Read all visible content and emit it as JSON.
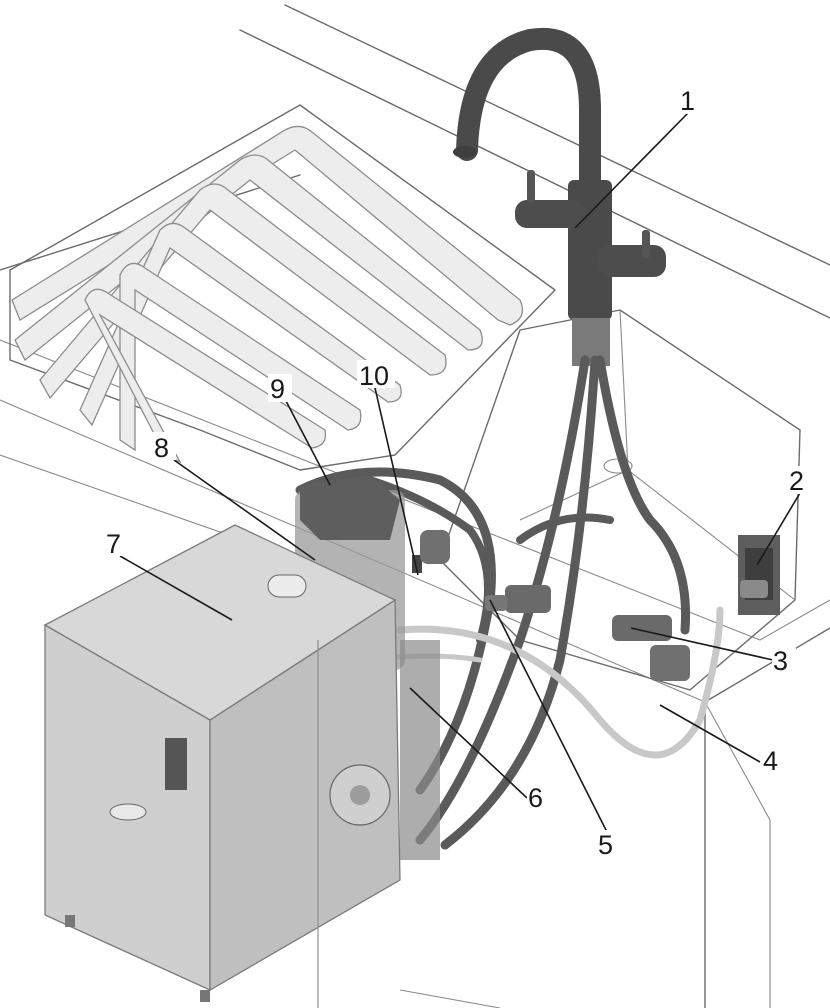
{
  "callouts": [
    {
      "id": "1",
      "label": "1"
    },
    {
      "id": "2",
      "label": "2"
    },
    {
      "id": "3",
      "label": "3"
    },
    {
      "id": "4",
      "label": "4"
    },
    {
      "id": "5",
      "label": "5"
    },
    {
      "id": "6",
      "label": "6"
    },
    {
      "id": "7",
      "label": "7"
    },
    {
      "id": "8",
      "label": "8"
    },
    {
      "id": "9",
      "label": "9"
    },
    {
      "id": "10",
      "label": "10"
    }
  ],
  "colors": {
    "ink": "#1a1a1a",
    "line": "#6b6b6b",
    "countertop": "#f4f4f4",
    "tap": "#4a4a4a",
    "hose": "#5a5a5a",
    "boiler_front": "#cfcfcf",
    "boiler_side": "#b9b9b9",
    "filter": "#9a9a9a"
  }
}
